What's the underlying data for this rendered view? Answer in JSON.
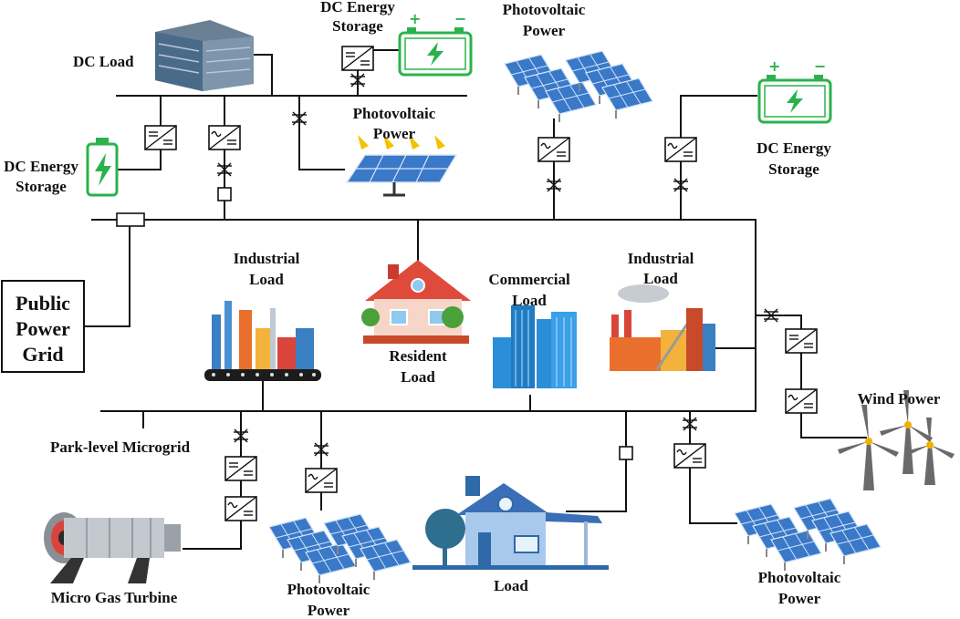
{
  "labels": {
    "dc_load": "DC Load",
    "dc_storage_top_1": "DC Energy",
    "dc_storage_top_2": "Storage",
    "pv_top_1": "Photovoltaic",
    "pv_top_2": "Power",
    "pv_mid_1": "Photovoltaic",
    "pv_mid_2": "Power",
    "dc_storage_left_1": "DC Energy",
    "dc_storage_left_2": "Storage",
    "dc_storage_right_1": "DC Energy",
    "dc_storage_right_2": "Storage",
    "grid_1": "Public",
    "grid_2": "Power",
    "grid_3": "Grid",
    "industrial_left_1": "Industrial",
    "industrial_left_2": "Load",
    "resident_1": "Resident",
    "resident_2": "Load",
    "commercial_1": "Commercial",
    "commercial_2": "Load",
    "industrial_right_1": "Industrial",
    "industrial_right_2": "Load",
    "wind": "Wind Power",
    "microgrid": "Park-level Microgrid",
    "turbine": "Micro Gas Turbine",
    "pv_bottom_1": "Photovoltaic",
    "pv_bottom_2": "Power",
    "load": "Load",
    "pv_br_1": "Photovoltaic",
    "pv_br_2": "Power"
  },
  "colors": {
    "battery": "#2bb24c",
    "panel": "#3a78c8",
    "building": "#4a6a8a",
    "house_roof": "#e04a3a",
    "house_body": "#f6d6c8",
    "commercial": "#2a8fd8",
    "wind_blade": "#666666",
    "wind_hub": "#f0b400"
  },
  "icons": [
    "dc-load-building-icon",
    "battery-icon",
    "solar-panel-icon",
    "house-icon",
    "factory-icon",
    "skyscraper-icon",
    "wind-turbine-icon",
    "gas-turbine-icon",
    "dc-dc-converter-icon",
    "ac-dc-converter-icon",
    "breaker-icon",
    "switch-icon"
  ]
}
